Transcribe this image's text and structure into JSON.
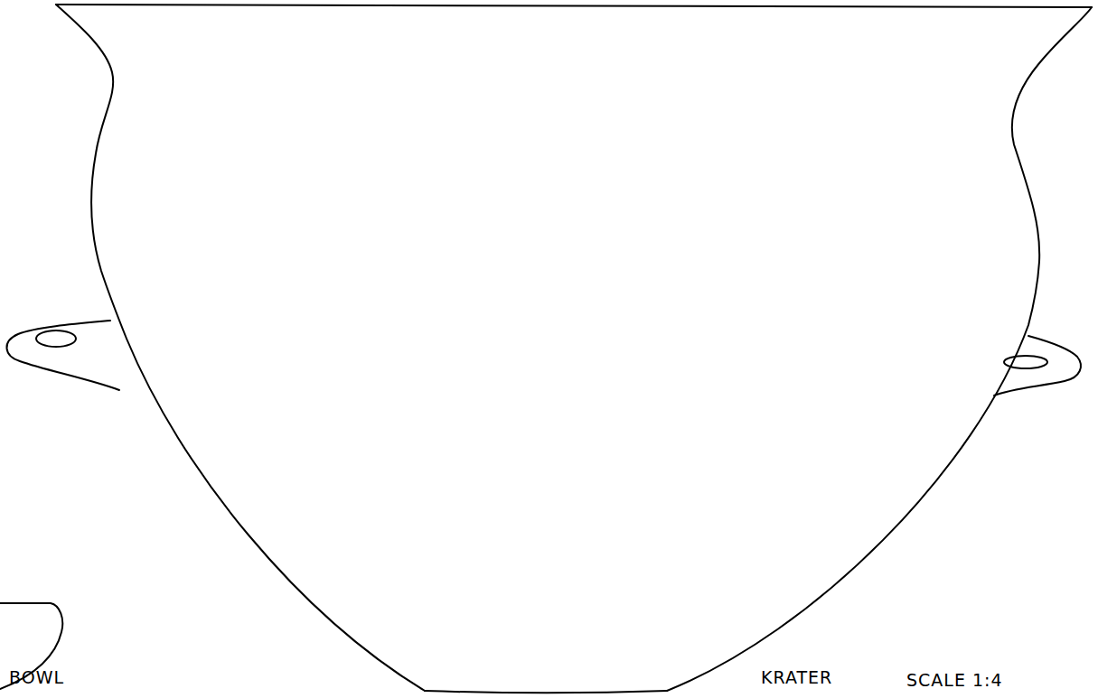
{
  "diagram": {
    "labels": [
      "BOWL",
      "KRATER",
      "SCALE 1:4"
    ]
  }
}
